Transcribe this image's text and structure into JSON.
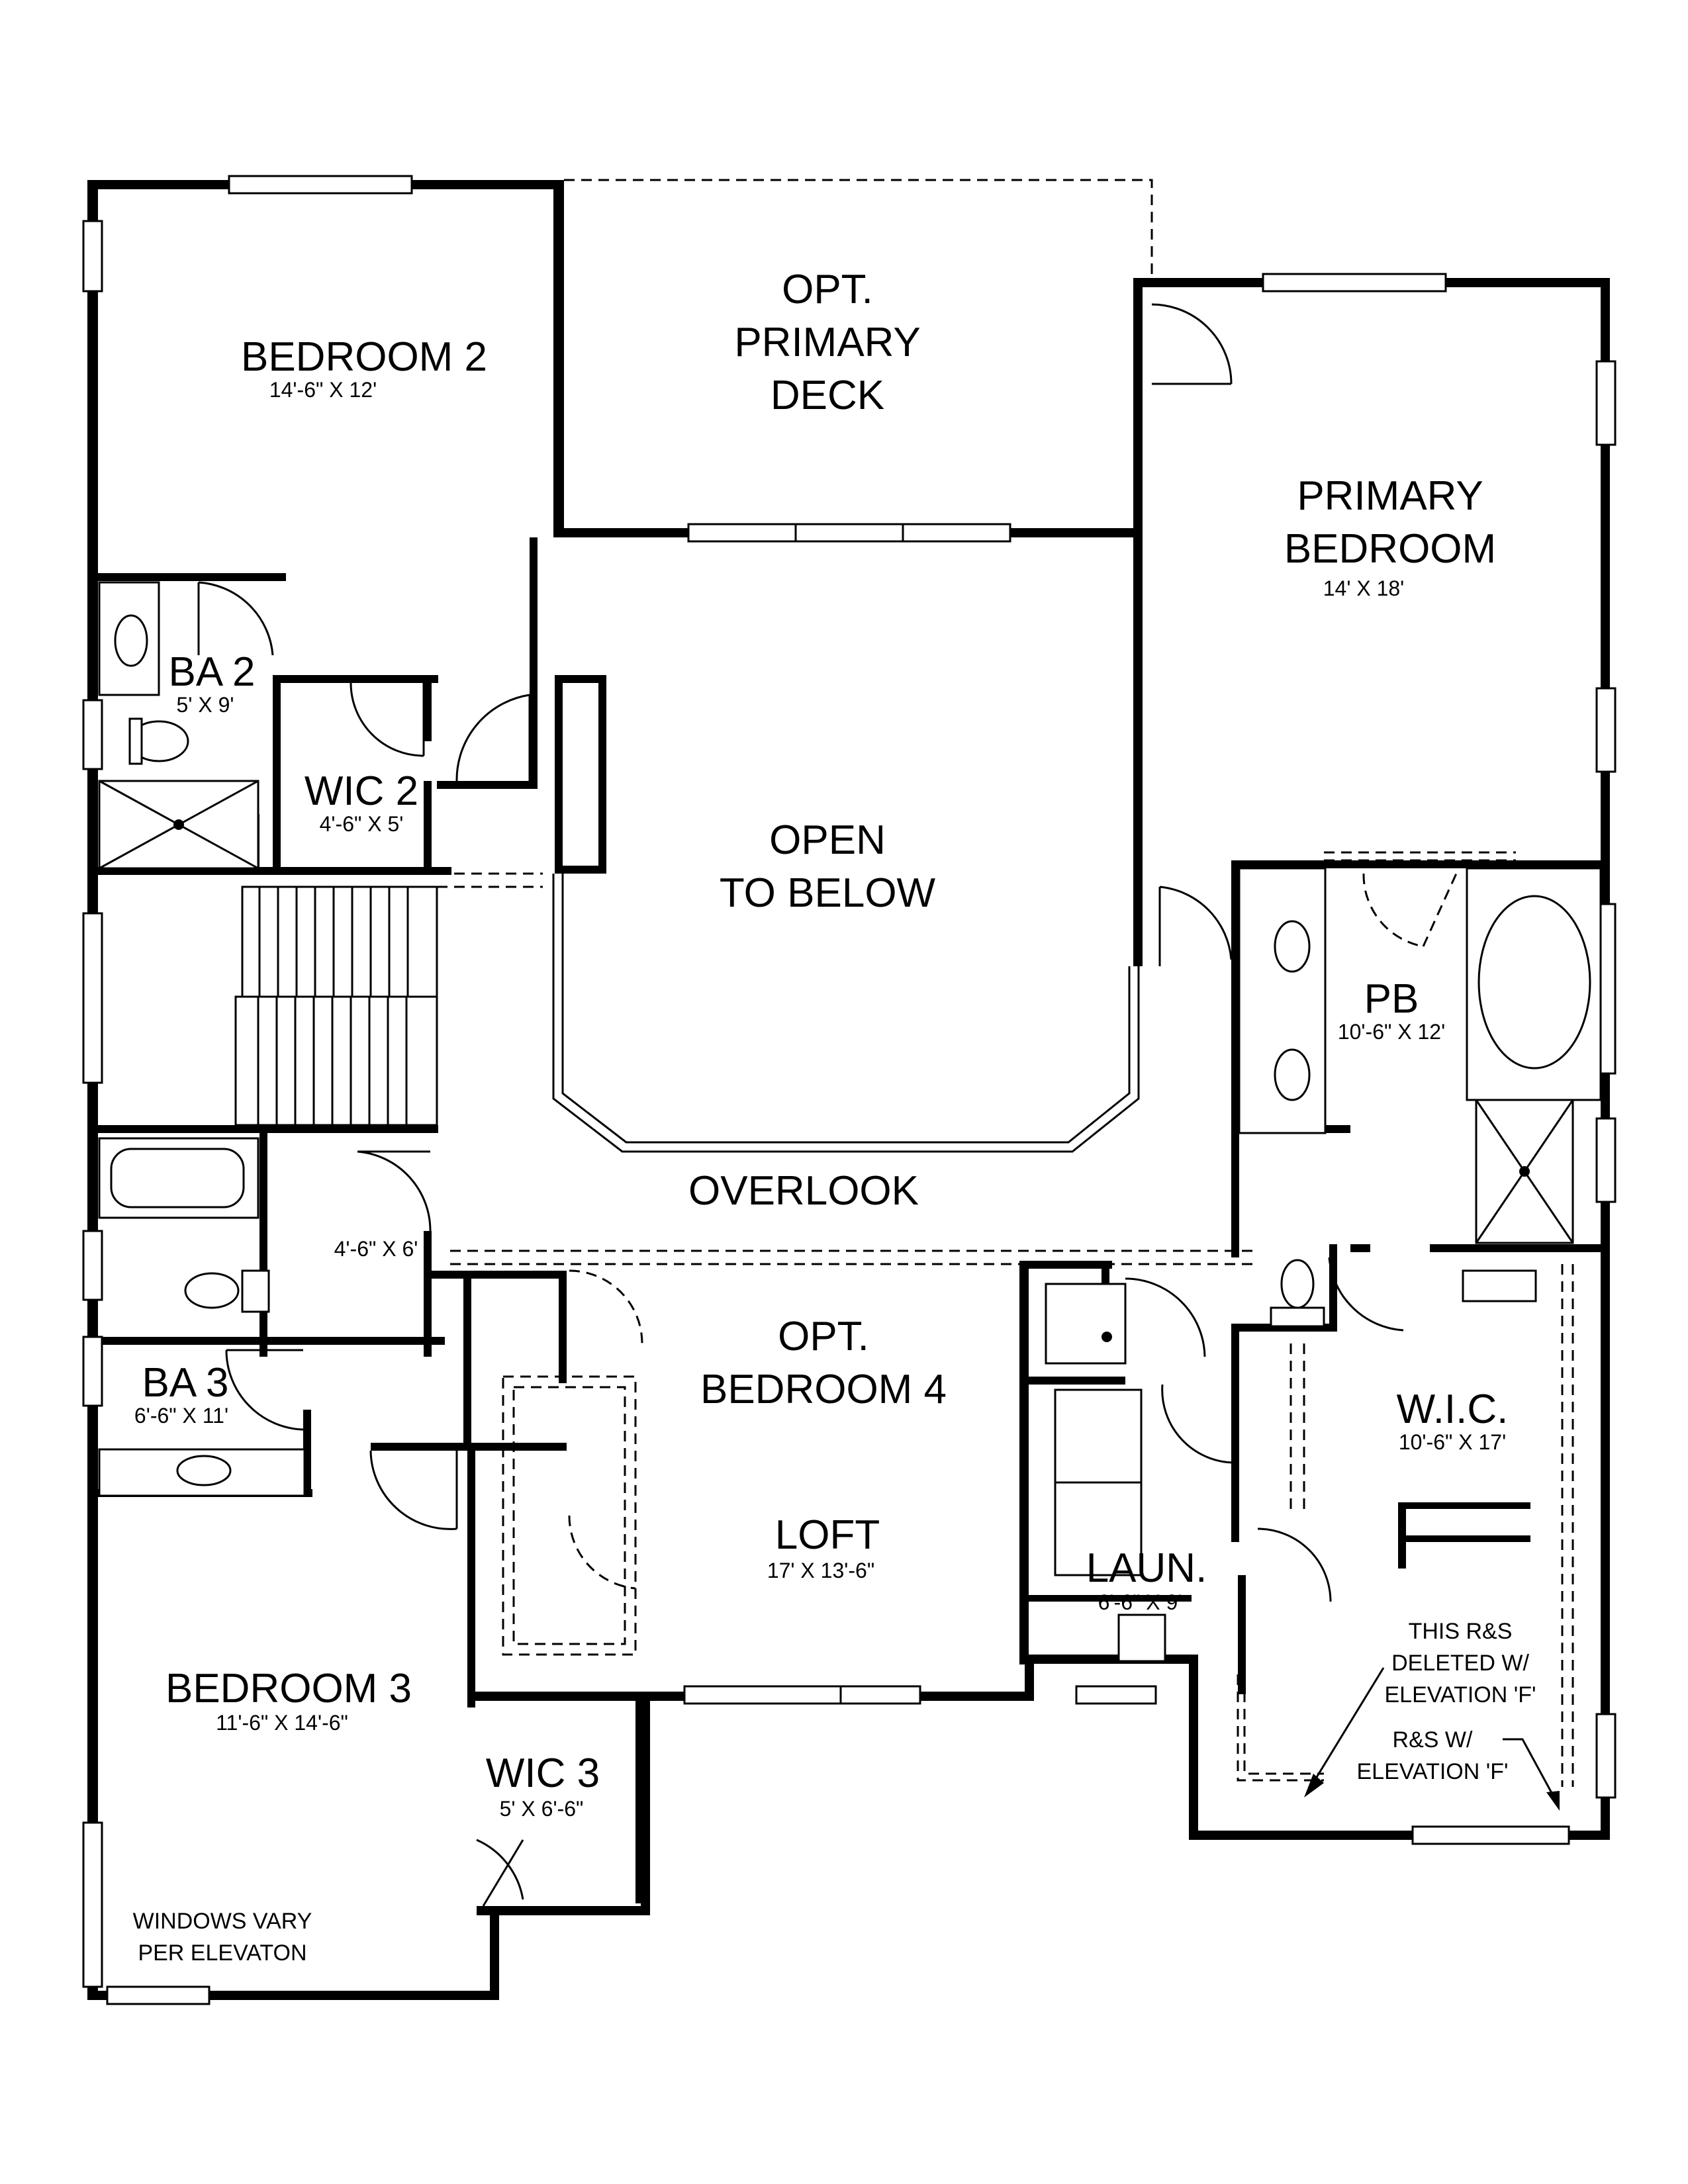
{
  "rooms": {
    "bedroom2": {
      "name": "BEDROOM 2",
      "dim": "14'-6\" X 12'"
    },
    "deck": {
      "line1": "OPT.",
      "line2": "PRIMARY",
      "line3": "DECK"
    },
    "primary": {
      "line1": "PRIMARY",
      "line2": "BEDROOM",
      "dim": "14' X 18'"
    },
    "ba2": {
      "name": "BA 2",
      "dim": "5' X 9'"
    },
    "wic2": {
      "name": "WIC 2",
      "dim": "4'-6\" X 5'"
    },
    "open": {
      "line1": "OPEN",
      "line2": "TO BELOW"
    },
    "pb": {
      "name": "PB",
      "dim": "10'-6\" X 12'"
    },
    "overlook": {
      "name": "OVERLOOK"
    },
    "closet": {
      "dim": "4'-6\" X 6'"
    },
    "ba3": {
      "name": "BA 3",
      "dim": "6'-6\" X 11'"
    },
    "bed4": {
      "line1": "OPT.",
      "line2": "BEDROOM 4"
    },
    "loft": {
      "name": "LOFT",
      "dim": "17' X 13'-6\""
    },
    "wic": {
      "name": "W.I.C.",
      "dim": "10'-6\" X 17'"
    },
    "laun": {
      "name": "LAUN.",
      "dim": "6'-6\" X 9'"
    },
    "bedroom3": {
      "name": "BEDROOM 3",
      "dim": "11'-6\" X 14'-6\""
    },
    "wic3": {
      "name": "WIC 3",
      "dim": "5' X 6'-6\""
    }
  },
  "notes": {
    "rs_deleted": {
      "line1": "THIS R&S",
      "line2": "DELETED W/",
      "line3": "ELEVATION 'F'"
    },
    "rs_with": {
      "line1": "R&S W/",
      "line2": "ELEVATION 'F'"
    },
    "windows": {
      "line1": "WINDOWS VARY",
      "line2": "PER ELEVATON"
    }
  }
}
